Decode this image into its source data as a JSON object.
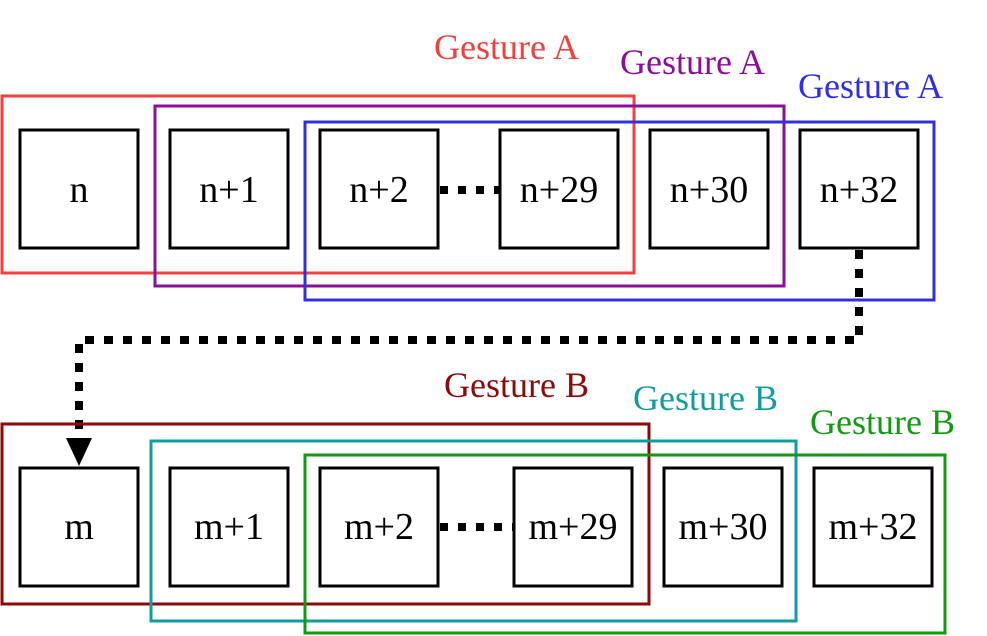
{
  "colors": {
    "red": "#f04040",
    "purple": "#8b0f99",
    "blue": "#3030e0",
    "darkred": "#8b0a0a",
    "teal": "#139c9c",
    "green": "#129a12"
  },
  "rowA": {
    "frames": [
      "n",
      "n+1",
      "n+2",
      "n+29",
      "n+30",
      "n+32"
    ],
    "groups": [
      {
        "label": "Gesture A",
        "color": "#f04040"
      },
      {
        "label": "Gesture A",
        "color": "#8b0f99"
      },
      {
        "label": "Gesture A",
        "color": "#3030e0"
      }
    ]
  },
  "rowB": {
    "frames": [
      "m",
      "m+1",
      "m+2",
      "m+29",
      "m+30",
      "m+32"
    ],
    "groups": [
      {
        "label": "Gesture B",
        "color": "#8b0a0a"
      },
      {
        "label": "Gesture B",
        "color": "#139c9c"
      },
      {
        "label": "Gesture B",
        "color": "#129a12"
      }
    ]
  }
}
